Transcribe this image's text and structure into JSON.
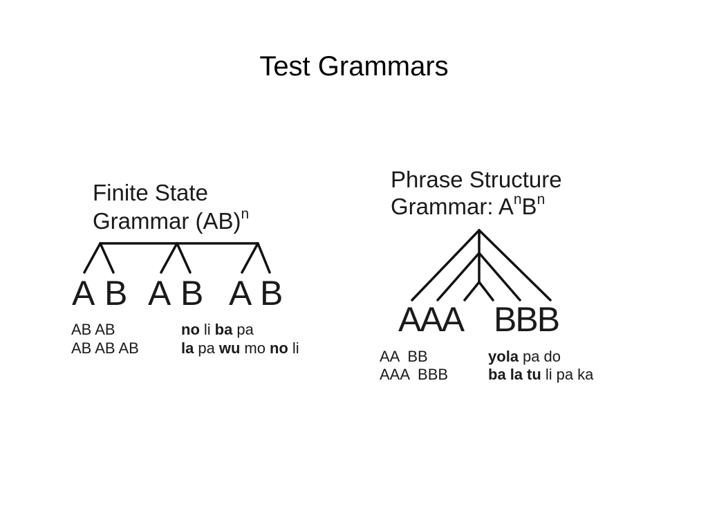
{
  "title": "Test Grammars",
  "finite_state": {
    "heading_line1": "Finite State",
    "heading_line2": "Grammar (AB)",
    "heading_sup": "n",
    "letters": [
      "A",
      "B",
      "A",
      "B",
      "A",
      "B"
    ],
    "examples": [
      "AB AB",
      "AB AB AB"
    ],
    "syllables_row1": [
      {
        "text": "no",
        "bold": true
      },
      {
        "text": "li",
        "bold": false
      },
      {
        "text": "ba",
        "bold": true
      },
      {
        "text": "pa",
        "bold": false
      }
    ],
    "syllables_row2": [
      {
        "text": "la",
        "bold": true
      },
      {
        "text": "pa",
        "bold": false
      },
      {
        "text": "wu",
        "bold": true
      },
      {
        "text": "mo",
        "bold": false
      },
      {
        "text": "no",
        "bold": true
      },
      {
        "text": "li",
        "bold": false
      }
    ]
  },
  "phrase_structure": {
    "heading_line1": "Phrase Structure",
    "heading_line2_prefix": "Grammar: A",
    "heading_sup1": "n",
    "heading_mid": "B",
    "heading_sup2": "n",
    "left_group": "AAA",
    "right_group": "BBB",
    "examples": [
      "AA  BB",
      "AAA  BBB"
    ],
    "syllables_row1": [
      {
        "text": "yo",
        "bold": true,
        "tight": true
      },
      {
        "text": "la",
        "bold": true
      },
      {
        "text": "pa",
        "bold": false
      },
      {
        "text": "do",
        "bold": false
      }
    ],
    "syllables_row2": [
      {
        "text": "ba",
        "bold": true
      },
      {
        "text": "la",
        "bold": true
      },
      {
        "text": "tu",
        "bold": true
      },
      {
        "text": "li",
        "bold": false
      },
      {
        "text": "pa",
        "bold": false
      },
      {
        "text": "ka",
        "bold": false
      }
    ]
  }
}
